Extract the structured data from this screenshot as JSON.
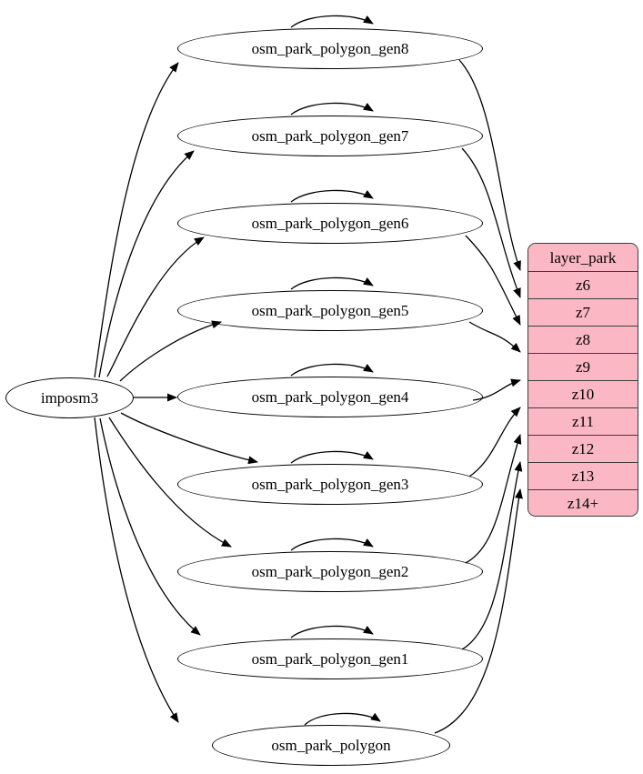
{
  "graph": {
    "title": "osm park polygon generalization graph",
    "background": "#ffffff",
    "line_color": "#000000"
  },
  "source_node": {
    "label": "imposm3",
    "shape": "ellipse"
  },
  "table_nodes": [
    {
      "id": "gen8",
      "label": "osm_park_polygon_gen8"
    },
    {
      "id": "gen7",
      "label": "osm_park_polygon_gen7"
    },
    {
      "id": "gen6",
      "label": "osm_park_polygon_gen6"
    },
    {
      "id": "gen5",
      "label": "osm_park_polygon_gen5"
    },
    {
      "id": "gen4",
      "label": "osm_park_polygon_gen4"
    },
    {
      "id": "gen3",
      "label": "osm_park_polygon_gen3"
    },
    {
      "id": "gen2",
      "label": "osm_park_polygon_gen2"
    },
    {
      "id": "gen1",
      "label": "osm_park_polygon_gen1"
    },
    {
      "id": "base",
      "label": "osm_park_polygon"
    }
  ],
  "layer_table": {
    "fill_color": "#fbb8c4",
    "border_color": "#3d3d3d",
    "header": "layer_park",
    "rows": [
      "z6",
      "z7",
      "z8",
      "z9",
      "z10",
      "z11",
      "z12",
      "z13",
      "z14+"
    ]
  },
  "edges": {
    "from_source": [
      "imposm3 -> osm_park_polygon_gen8",
      "imposm3 -> osm_park_polygon_gen7",
      "imposm3 -> osm_park_polygon_gen6",
      "imposm3 -> osm_park_polygon_gen5",
      "imposm3 -> osm_park_polygon_gen4",
      "imposm3 -> osm_park_polygon_gen3",
      "imposm3 -> osm_park_polygon_gen2",
      "imposm3 -> osm_park_polygon_gen1",
      "imposm3 -> osm_park_polygon"
    ],
    "self_loops": [
      "osm_park_polygon_gen8 -> osm_park_polygon_gen8",
      "osm_park_polygon_gen7 -> osm_park_polygon_gen7",
      "osm_park_polygon_gen6 -> osm_park_polygon_gen6",
      "osm_park_polygon_gen5 -> osm_park_polygon_gen5",
      "osm_park_polygon_gen4 -> osm_park_polygon_gen4",
      "osm_park_polygon_gen3 -> osm_park_polygon_gen3",
      "osm_park_polygon_gen2 -> osm_park_polygon_gen2",
      "osm_park_polygon_gen1 -> osm_park_polygon_gen1",
      "osm_park_polygon -> osm_park_polygon"
    ],
    "to_layer_table": [
      "osm_park_polygon_gen8 -> z6",
      "osm_park_polygon_gen7 -> z7",
      "osm_park_polygon_gen6 -> z8",
      "osm_park_polygon_gen5 -> z9",
      "osm_park_polygon_gen4 -> z10",
      "osm_park_polygon_gen3 -> z11",
      "osm_park_polygon_gen2 -> z12",
      "osm_park_polygon_gen1 -> z13",
      "osm_park_polygon -> z14+"
    ]
  }
}
